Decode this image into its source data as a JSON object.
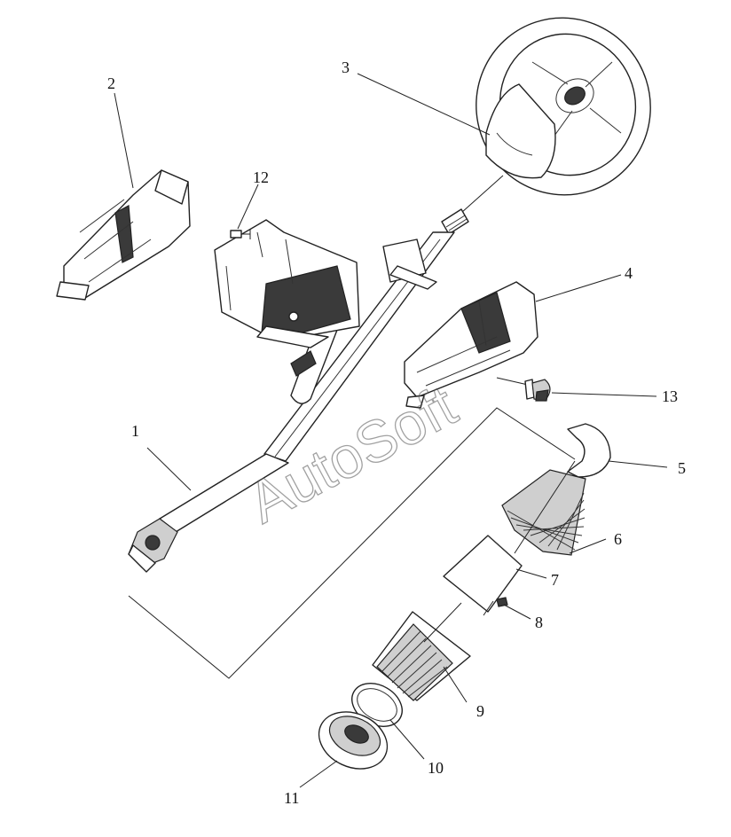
{
  "diagram": {
    "callouts": [
      {
        "id": "c1",
        "label": "1"
      },
      {
        "id": "c2",
        "label": "2"
      },
      {
        "id": "c3",
        "label": "3"
      },
      {
        "id": "c4",
        "label": "4"
      },
      {
        "id": "c5",
        "label": "5"
      },
      {
        "id": "c6",
        "label": "6"
      },
      {
        "id": "c7",
        "label": "7"
      },
      {
        "id": "c8",
        "label": "8"
      },
      {
        "id": "c9",
        "label": "9"
      },
      {
        "id": "c10",
        "label": "10"
      },
      {
        "id": "c11",
        "label": "11"
      },
      {
        "id": "c12",
        "label": "12"
      },
      {
        "id": "c13",
        "label": "13"
      }
    ],
    "watermark": "AutoSoft"
  }
}
